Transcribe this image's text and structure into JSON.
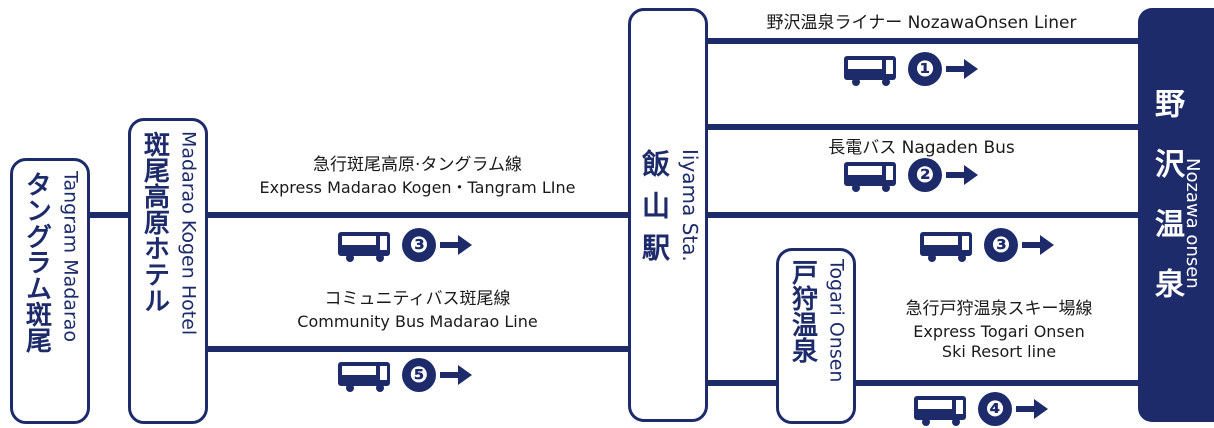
{
  "colors": {
    "primary": "#1d2b6b",
    "background": "#ffffff",
    "text": "#1a1a1a"
  },
  "stops": {
    "tangram": {
      "ja": "タングラム斑尾",
      "en": "Tangram Madarao"
    },
    "madarao": {
      "ja": "斑尾高原ホテル",
      "en": "Madarao Kogen Hotel"
    },
    "iiyama": {
      "ja": "飯山駅",
      "en": "Iiyama Sta."
    },
    "togari": {
      "ja": "戸狩温泉",
      "en": "Togari Onsen"
    },
    "nozawa": {
      "ja": "野沢温泉",
      "en": "Nozawa onsen"
    }
  },
  "routes": {
    "express_madarao": {
      "ja": "急行斑尾高原·タングラム線",
      "en": "Express Madarao Kogen・Tangram LIne",
      "number": "❸"
    },
    "community": {
      "ja": "コミュニティバス斑尾線",
      "en": "Community Bus Madarao Line",
      "number": "❺"
    },
    "nozawa_liner": {
      "label": "野沢温泉ライナー  NozawaOnsen Liner",
      "number": "❶"
    },
    "nagaden": {
      "label": "長電バス  Nagaden Bus",
      "number": "❷"
    },
    "iiyama_togari": {
      "number": "❸"
    },
    "express_togari": {
      "ja": "急行戸狩温泉スキー場線",
      "en1": "Express Togari Onsen",
      "en2": "Ski Resort line",
      "number": "❹"
    }
  },
  "icons": {
    "bus": "bus-icon",
    "arrow": "arrow-right-icon"
  }
}
